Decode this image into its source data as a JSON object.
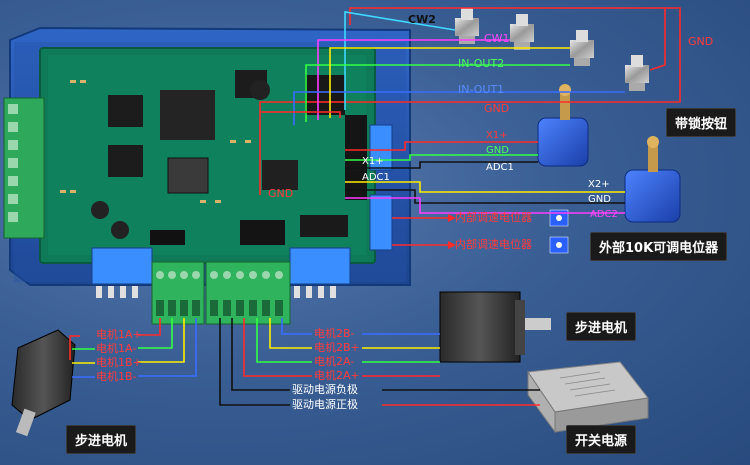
{
  "tags": {
    "lock_button": "带锁按钮",
    "ext_pot": "外部10K可调电位器",
    "stepper_right": "步进电机",
    "stepper_left": "步进电机",
    "psu": "开关电源"
  },
  "signals": {
    "cw2": "CW2",
    "cw1": "CW1",
    "gnd_top": "GND",
    "in_out2": "IN-OUT2",
    "in_out1": "IN-OUT1",
    "gnd_mid": "GND",
    "gnd_board": "GND",
    "x1p": "X1+",
    "gnd_x1": "GND",
    "adc1": "ADC1",
    "adc1_board": "ADC1",
    "x1p_board": "X1+",
    "x2p": "X2+",
    "gnd_x2": "GND",
    "adc2": "ADC2"
  },
  "internal_pots": [
    "内部调速电位器",
    "内部调速电位器"
  ],
  "motor1_pins": [
    "电机1A+",
    "电机1A-",
    "电机1B+",
    "电机1B-"
  ],
  "motor2_pins": [
    "电机2B-",
    "电机2B+",
    "电机2A-",
    "电机2A+"
  ],
  "power_pins": [
    "驱动电源负极",
    "驱动电源正极"
  ],
  "colors": {
    "red": "#ff3b3b",
    "green": "#33ff44",
    "yellow": "#ffee00",
    "blue": "#3a6dff",
    "black": "#111111",
    "cyan": "#3fd8ff",
    "magenta": "#ff3cff",
    "pcb": "#0f7a5c",
    "case": "#2a5ab0"
  }
}
